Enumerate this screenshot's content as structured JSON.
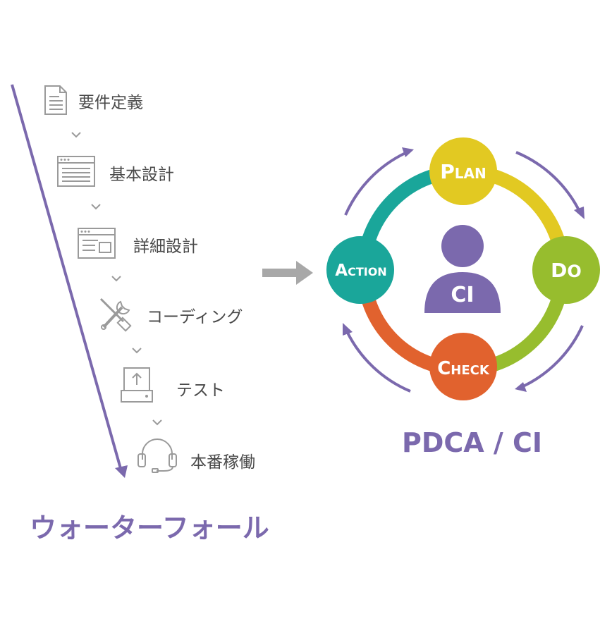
{
  "waterfall": {
    "title": "ウォーターフォール",
    "steps": [
      {
        "label": "要件定義",
        "icon": "document-icon"
      },
      {
        "label": "基本設計",
        "icon": "window-list-icon"
      },
      {
        "label": "詳細設計",
        "icon": "window-layout-icon"
      },
      {
        "label": "コーディング",
        "icon": "tools-icon"
      },
      {
        "label": "テスト",
        "icon": "upload-drive-icon"
      },
      {
        "label": "本番稼働",
        "icon": "headset-icon"
      }
    ]
  },
  "pdca": {
    "title": "PDCA / CI",
    "center": "CI",
    "stages": {
      "plan": {
        "cap": "P",
        "rest": "LAN",
        "color": "#e2c922"
      },
      "do": {
        "cap": "D",
        "rest": "O",
        "color": "#97bd2e"
      },
      "check": {
        "cap": "C",
        "rest": "HECK",
        "color": "#e1622e"
      },
      "action": {
        "cap": "A",
        "rest": "CTION",
        "color": "#1aa69a"
      }
    }
  },
  "colors": {
    "accent": "#7b69ad",
    "icon_gray": "#9a9a9a",
    "transition_arrow": "#a8a8a8"
  }
}
